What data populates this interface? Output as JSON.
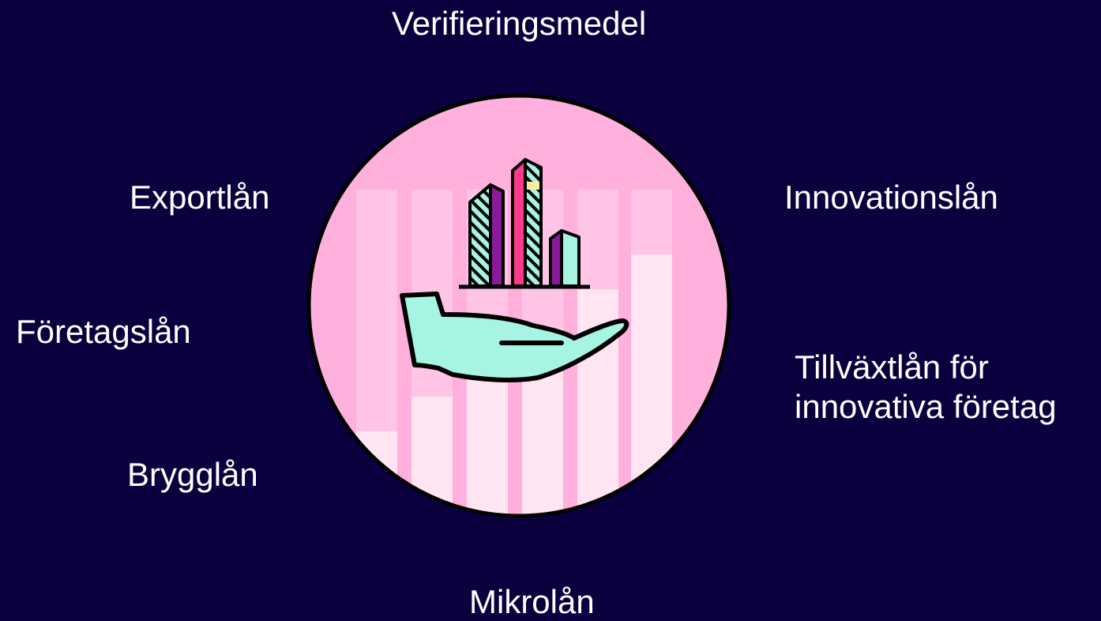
{
  "colors": {
    "background": "#0a003e",
    "text": "#ffffff",
    "circle_fill": "#ffb0dc",
    "bar_dim": "#ffc4e6",
    "bar_light": "#ffe4f2",
    "hand_fill": "#a6f4e2",
    "building_teal": "#a6f4e2",
    "building_purple": "#8a1a9a",
    "building_pink": "#ff3a8c",
    "window_yellow": "#ffe9a0",
    "outline": "#000000"
  },
  "center_icon": "hand-holding-buildings-icon",
  "labels": {
    "verifieringsmedel": "Verifieringsmedel",
    "exportlan": "Exportlån",
    "innovationslan": "Innovationslån",
    "foretagslan": "Företagslån",
    "tillvaxtlan_line1": "Tillväxtlån för",
    "tillvaxtlan_line2": "innovativa företag",
    "brygglan": "Brygglån",
    "mikrolan": "Mikrolån"
  }
}
